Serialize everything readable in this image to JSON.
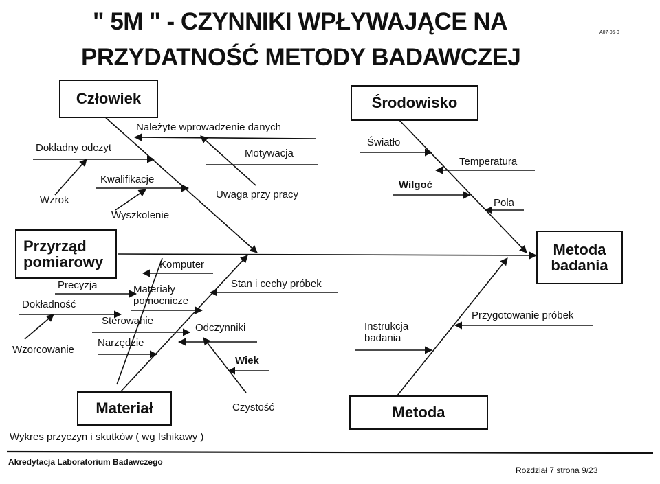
{
  "header": {
    "title_line1": "\" 5M \" - CZYNNIKI WPŁYWAJĄCE NA",
    "title_line2": "PRZYDATNOŚĆ METODY BADAWCZEJ",
    "code": "A07-05-0"
  },
  "categories": {
    "czlowiek": "Człowiek",
    "srodowisko": "Środowisko",
    "przyrzad": "Przyrząd pomiarowy",
    "material": "Materiał",
    "metoda": "Metoda",
    "effect": "Metoda badania"
  },
  "causes": {
    "naleczyte": "Należyte wprowadzenie danych",
    "dokladny_odczyt": "Dokładny odczyt",
    "motywacja": "Motywacja",
    "kwalifikacje": "Kwalifikacje",
    "wzrok": "Wzrok",
    "uwaga": "Uwaga przy pracy",
    "wyszkolenie": "Wyszkolenie",
    "swiatlo": "Światło",
    "temperatura": "Temperatura",
    "wilgoc": "Wilgoć",
    "pola": "Pola",
    "komputer": "Komputer",
    "precyzja": "Precyzja",
    "materialy": "Materiały pomocnicze",
    "dokladnosc": "Dokładność",
    "sterowanie": "Sterowanie",
    "narzedzie": "Narzędzie",
    "wzorcowanie": "Wzorcowanie",
    "stan": "Stan i cechy próbek",
    "odczynniki": "Odczynniki",
    "wiek": "Wiek",
    "czystosc": "Czystość",
    "instrukcja": "Instrukcja badania",
    "przygotowanie": "Przygotowanie próbek"
  },
  "caption": "Wykres przyczyn i skutków ( wg Ishikawy )",
  "footer": {
    "left": "Akredytacja Laboratorium Badawczego",
    "right": "Rozdział 7  strona 9/23"
  }
}
